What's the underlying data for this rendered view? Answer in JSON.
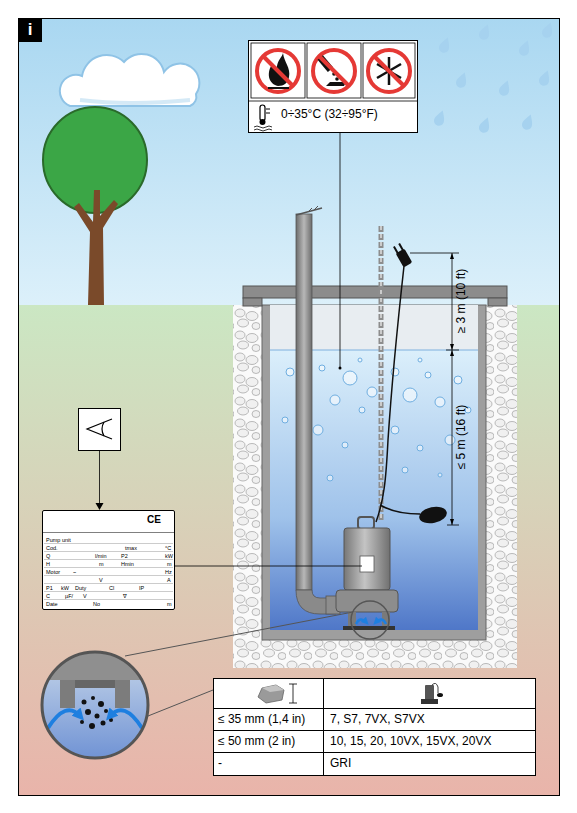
{
  "diagram": {
    "nodes": [
      {
        "text": [
          "i"
        ]
      },
      {
        "text": [
          "0÷35°C (32÷95°F)"
        ]
      },
      {
        "text": [
          "CE",
          "Pump unit",
          "Cod.",
          "tmax",
          "°C",
          "Q",
          "l/min",
          "P2",
          "kW",
          "H",
          "m",
          "Hmin",
          "m",
          "Motor",
          "~",
          "Hz",
          "V",
          "A",
          "P1",
          "kW",
          "Duty",
          "Cl",
          "IP",
          "C",
          "µF/",
          "V",
          "∇",
          "Date",
          "No",
          "m"
        ]
      }
    ],
    "labels": [
      "≥ 3 m (10 ft)",
      "≤ 5 m (16 ft)",
      "≤ 35 mm (1,4 in)",
      "7, S7, 7VX, S7VX",
      "≤ 50 mm (2 in)",
      "10, 15, 20, 10VX, 15VX, 20VX",
      "-",
      "GRI"
    ]
  }
}
